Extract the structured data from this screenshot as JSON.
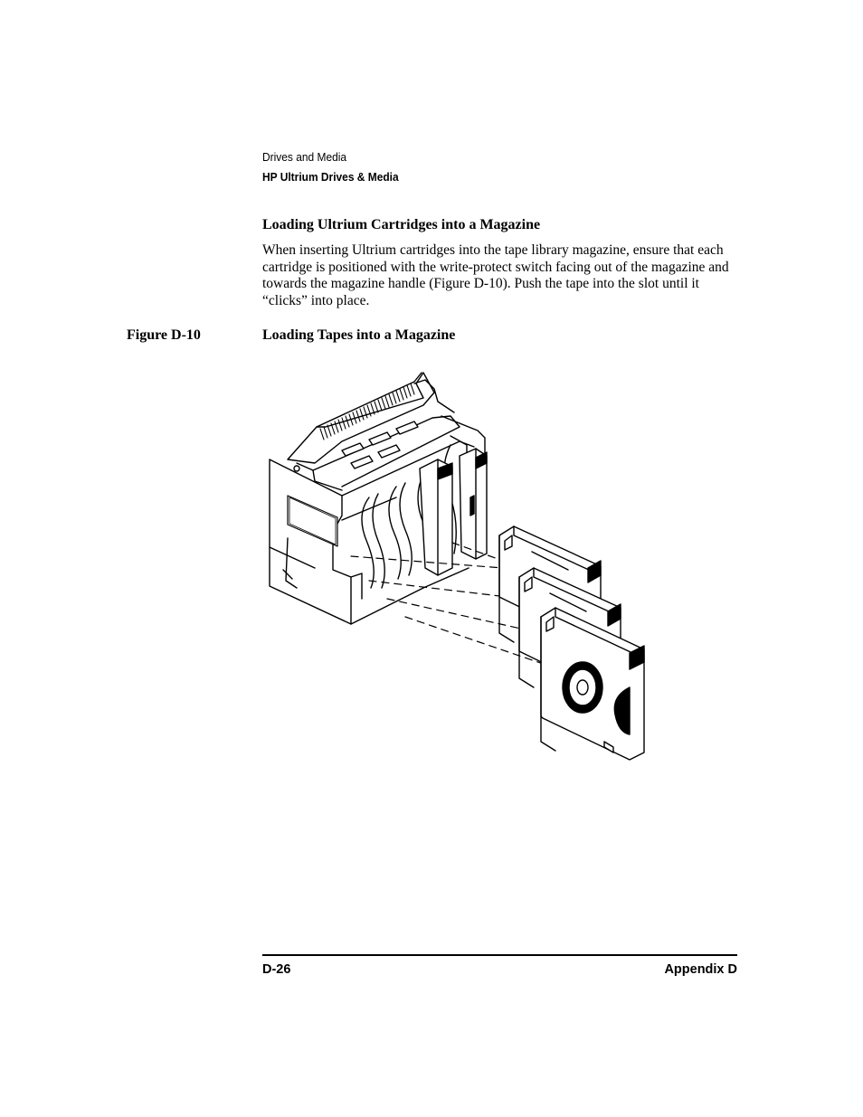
{
  "header": {
    "chapter": "Drives and Media",
    "section": "HP Ultrium Drives & Media"
  },
  "content": {
    "heading": "Loading Ultrium Cartridges into a Magazine",
    "paragraph": "When inserting Ultrium cartridges into the tape library magazine, ensure that each cartridge is positioned with the write-protect switch facing out of the magazine and towards the magazine handle (Figure D-10). Push the tape into the slot until it “clicks” into place."
  },
  "figure": {
    "number": "Figure D-10",
    "title": "Loading Tapes into a Magazine",
    "icon": "tape-magazine-illustration"
  },
  "footer": {
    "page_number": "D-26",
    "appendix": "Appendix D"
  }
}
